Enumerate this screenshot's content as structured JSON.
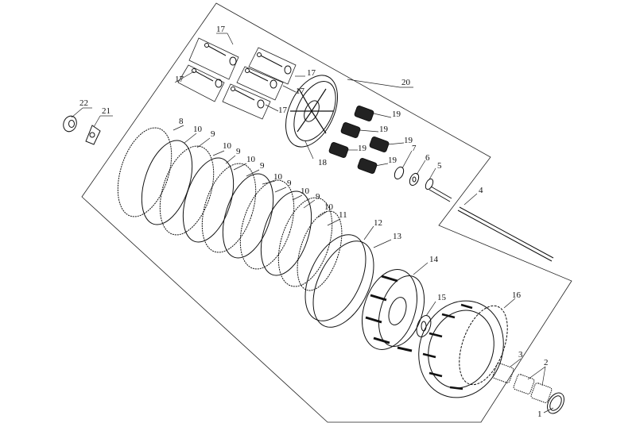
{
  "diagram": {
    "callouts": [
      {
        "id": "c1",
        "label": "1"
      },
      {
        "id": "c2",
        "label": "2"
      },
      {
        "id": "c3",
        "label": "3"
      },
      {
        "id": "c4",
        "label": "4"
      },
      {
        "id": "c5",
        "label": "5"
      },
      {
        "id": "c6",
        "label": "6"
      },
      {
        "id": "c7",
        "label": "7"
      },
      {
        "id": "c8",
        "label": "8"
      },
      {
        "id": "c9a",
        "label": "9"
      },
      {
        "id": "c9b",
        "label": "9"
      },
      {
        "id": "c9c",
        "label": "9"
      },
      {
        "id": "c9d",
        "label": "9"
      },
      {
        "id": "c9e",
        "label": "9"
      },
      {
        "id": "c10a",
        "label": "10"
      },
      {
        "id": "c10b",
        "label": "10"
      },
      {
        "id": "c10c",
        "label": "10"
      },
      {
        "id": "c10d",
        "label": "10"
      },
      {
        "id": "c10e",
        "label": "10"
      },
      {
        "id": "c10f",
        "label": "10"
      },
      {
        "id": "c11",
        "label": "11"
      },
      {
        "id": "c12",
        "label": "12"
      },
      {
        "id": "c13",
        "label": "13"
      },
      {
        "id": "c14",
        "label": "14"
      },
      {
        "id": "c15",
        "label": "15"
      },
      {
        "id": "c16",
        "label": "16"
      },
      {
        "id": "c17a",
        "label": "17"
      },
      {
        "id": "c17b",
        "label": "17"
      },
      {
        "id": "c17c",
        "label": "17"
      },
      {
        "id": "c17d",
        "label": "17"
      },
      {
        "id": "c17e",
        "label": "17"
      },
      {
        "id": "c18",
        "label": "18"
      },
      {
        "id": "c19a",
        "label": "19"
      },
      {
        "id": "c19b",
        "label": "19"
      },
      {
        "id": "c19c",
        "label": "19"
      },
      {
        "id": "c19d",
        "label": "19"
      },
      {
        "id": "c19e",
        "label": "19"
      },
      {
        "id": "c20",
        "label": "20"
      },
      {
        "id": "c21",
        "label": "21"
      },
      {
        "id": "c22",
        "label": "22"
      }
    ]
  }
}
